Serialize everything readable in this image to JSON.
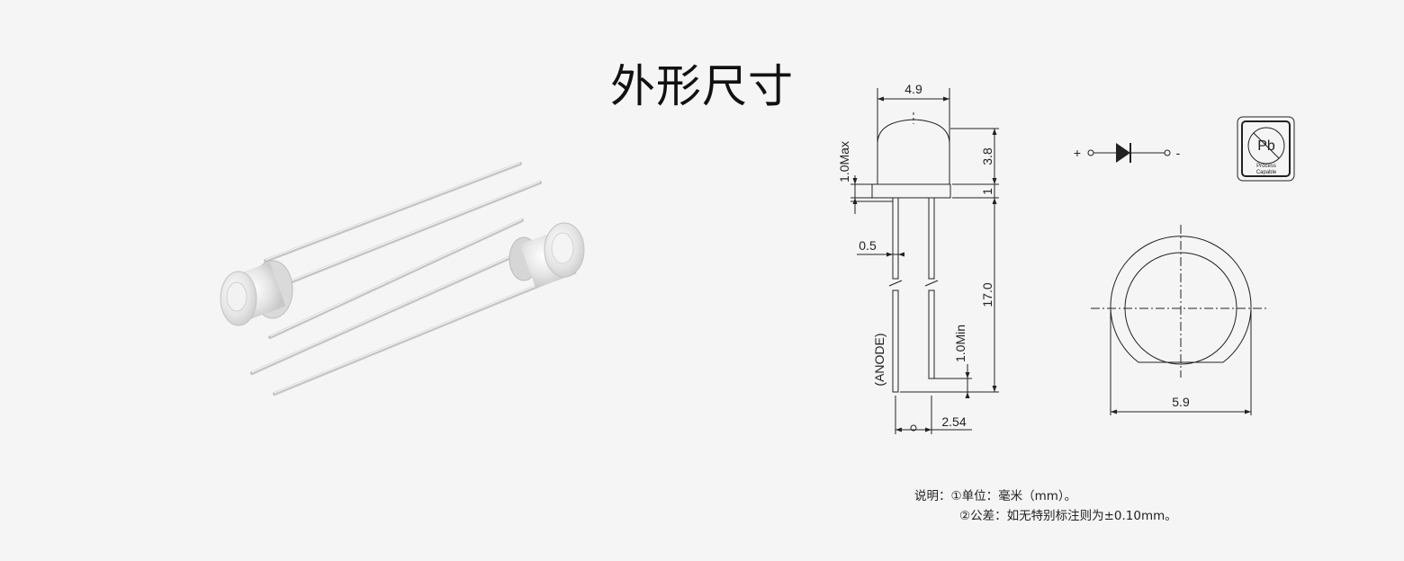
{
  "page": {
    "title": "外形尺寸"
  },
  "dimensions": {
    "body_width": "4.9",
    "dome_height": "3.8",
    "flange_height": "1",
    "flange_max": "1.0Max",
    "lead_width": "0.5",
    "lead_length": "17.0",
    "lead_min": "1.0Min",
    "lead_pitch": "2.54",
    "flange_diameter": "5.9",
    "anode_label": "(ANODE)"
  },
  "symbol": {
    "plus": "+",
    "minus": "-"
  },
  "badge": {
    "element": "Pb",
    "line1": "Process",
    "line2": "Capable"
  },
  "notes": {
    "line1_label": "说明：",
    "line1_text": "①单位：毫米（mm）。",
    "line2_text": "②公差：如无特别标注则为±0.10mm。"
  },
  "colors": {
    "background": "#f5f5f5",
    "line": "#222222"
  }
}
